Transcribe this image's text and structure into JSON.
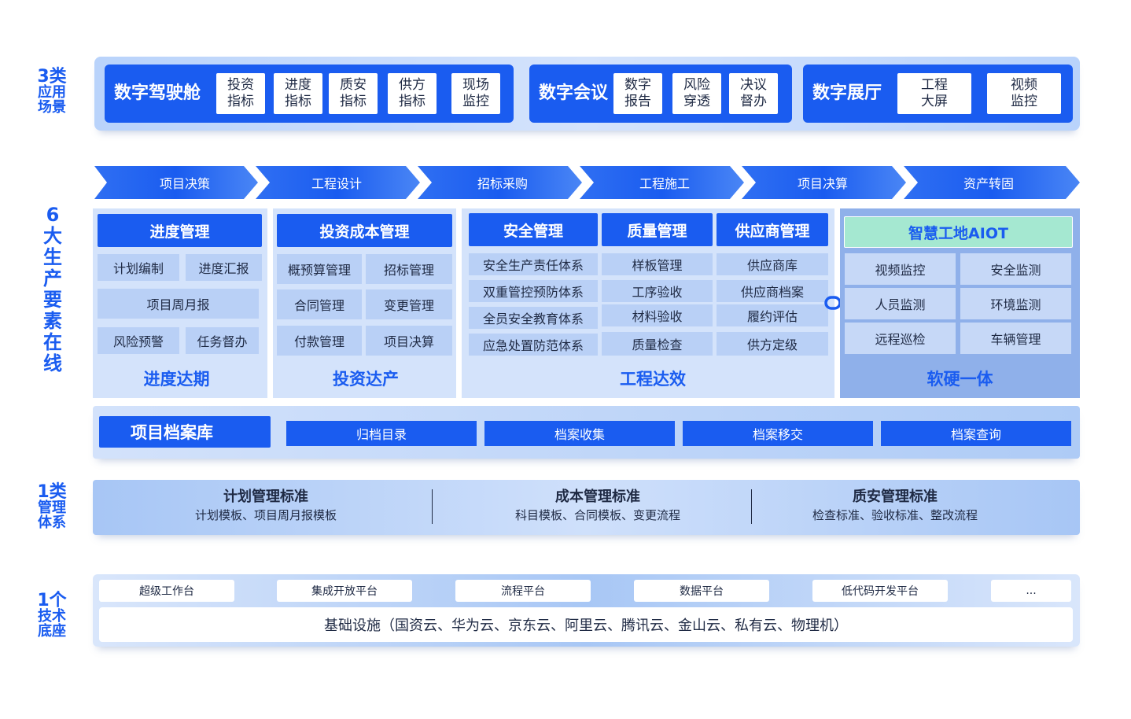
{
  "labels": {
    "scenes": [
      "3类",
      "应用",
      "场景"
    ],
    "factors": [
      "6",
      "大",
      "生",
      "产",
      "要",
      "素",
      "在",
      "线"
    ],
    "mgmt": [
      "1类",
      "管理",
      "体系"
    ],
    "tech": [
      "1个",
      "技术",
      "底座"
    ]
  },
  "scenes": [
    {
      "title": "数字驾驶舱",
      "items": [
        "投资\n指标",
        "进度\n指标",
        "质安\n指标",
        "供方\n指标",
        "现场\n监控"
      ]
    },
    {
      "title": "数字会议",
      "items": [
        "数字\n报告",
        "风险\n穿透",
        "决议\n督办"
      ]
    },
    {
      "title": "数字展厅",
      "items": [
        "工程\n大屏",
        "视频\n监控"
      ]
    }
  ],
  "process": [
    "项目决策",
    "工程设计",
    "招标采购",
    "工程施工",
    "项目决算",
    "资产转固"
  ],
  "columns": {
    "schedule": {
      "head": "进度管理",
      "cells": [
        "计划编制",
        "进度汇报",
        "项目周月报",
        "风险预警",
        "任务督办"
      ],
      "foot": "进度达期"
    },
    "investment": {
      "head": "投资成本管理",
      "cells": [
        "概预算管理",
        "招标管理",
        "合同管理",
        "变更管理",
        "付款管理",
        "项目决算"
      ],
      "foot": "投资达产"
    },
    "engineering": {
      "heads": [
        "安全管理",
        "质量管理",
        "供应商管理"
      ],
      "safety": [
        "安全生产责任体系",
        "双重管控预防体系",
        "全员安全教育体系",
        "应急处置防范体系"
      ],
      "quality": [
        "样板管理",
        "工序验收",
        "材料验收",
        "质量检查"
      ],
      "supplier": [
        "供应商库",
        "供应商档案",
        "履约评估",
        "供方定级"
      ],
      "foot": "工程达效"
    },
    "aiot": {
      "head": "智慧工地AIOT",
      "cells": [
        "视频监控",
        "安全监测",
        "人员监测",
        "环境监测",
        "远程巡检",
        "车辆管理"
      ],
      "foot": "软硬一体"
    }
  },
  "archive": {
    "title": "项目档案库",
    "items": [
      "归档目录",
      "档案收集",
      "档案移交",
      "档案查询"
    ]
  },
  "standards": [
    {
      "title": "计划管理标准",
      "desc": "计划模板、项目周月报模板"
    },
    {
      "title": "成本管理标准",
      "desc": "科目模板、合同模板、变更流程"
    },
    {
      "title": "质安管理标准",
      "desc": "检查标准、验收标准、整改流程"
    }
  ],
  "base": {
    "platforms": [
      "超级工作台",
      "集成开放平台",
      "流程平台",
      "数据平台",
      "低代码开发平台",
      "..."
    ],
    "infrastructure": "基础设施（国资云、华为云、京东云、阿里云、腾讯云、金山云、私有云、物理机）"
  },
  "colors": {
    "primary": "#1a5cf0",
    "panel_light": "#d4e3fb",
    "cell": "#b9d0f6",
    "aiot_head": "#a5e8d1"
  }
}
